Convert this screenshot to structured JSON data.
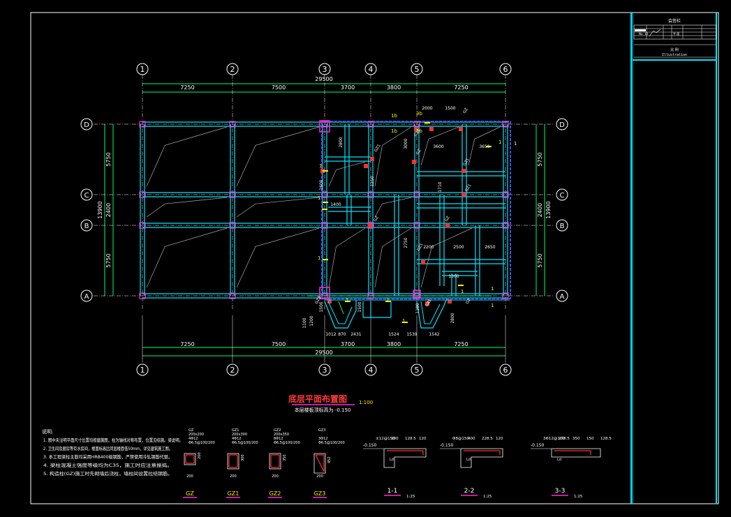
{
  "axes": {
    "numbers": [
      "1",
      "2",
      "3",
      "4",
      "5",
      "6"
    ],
    "letters": [
      "D",
      "C",
      "B",
      "A"
    ]
  },
  "dimensions": {
    "top_total": "29500",
    "top_spans": [
      "7250",
      "7500",
      "3700",
      "3800",
      "7250"
    ],
    "bottom_total": "29500",
    "bottom_spans": [
      "7250",
      "7500",
      "3700",
      "3800",
      "7250"
    ],
    "left_spans": [
      "5750",
      "2400",
      "5750"
    ],
    "left_total": "13900",
    "right_spans": [
      "5750",
      "2400",
      "5750"
    ],
    "right_total": "13900",
    "inner": [
      "2000",
      "1500",
      "3600",
      "3650",
      "2800",
      "3000",
      "1710",
      "1400",
      "2750",
      "2200",
      "2500",
      "2650",
      "1300",
      "1500",
      "1500",
      "1200",
      "1100",
      "1012",
      "870",
      "2431",
      "1524",
      "1539",
      "1542",
      "2800",
      "1100",
      "1600",
      "1250"
    ],
    "markers": [
      "1b",
      "1b",
      "3b",
      "1b",
      "1",
      "1",
      "1",
      "1",
      "1",
      "1",
      "1",
      "1",
      "1",
      "1",
      "1",
      "1"
    ],
    "gz_labels": [
      "GZ",
      "GZ1",
      "GZ",
      "GZ1",
      "GZ1",
      "GZ1",
      "GZ",
      "GZ",
      "GZ3",
      "GZ",
      "GZ1",
      "GZ1"
    ]
  },
  "title_block": {
    "header": "会签栏",
    "cell_a": "Nu. 10",
    "cell_b": "平 面",
    "line1": "比 例",
    "line2": "Illustration"
  },
  "drawing": {
    "title": "底层平面布置图",
    "scale": "1:100",
    "subtitle": "本层楼板顶标高为 -0.150"
  },
  "notes": {
    "heading": "说明:",
    "items": [
      "1. 图中未注明平面尺寸位置均按建施图，柱为轴线对称布置，位置见结施。梁说明。",
      "2. 卫生间及厨房等有水房间，楼面标高比同层楼面低50mm，详见建筑施工图。",
      "3. 本工程梁柱主筋均采用HRB400级钢筋，严禁使用冷轧钢筋代替。",
      "4. 梁柱混凝土强度等级均为C35，施工时应注意振捣。",
      "5. 构造柱(GZ)施工时先砌墙后浇柱，墙柱间设置拉结钢筋。"
    ]
  },
  "column_sections": [
    {
      "name": "GZ",
      "text": [
        "GZ",
        "200x200",
        "4Φ12",
        "Φ6.5@100/200"
      ],
      "w": "200",
      "h": "200"
    },
    {
      "name": "GZ1",
      "text": [
        "GZ1",
        "200x300",
        "4Φ12",
        "Φ6.5@100/200"
      ],
      "w": "200",
      "h": "300"
    },
    {
      "name": "GZ2",
      "text": [
        "GZ2",
        "200x350",
        "8Φ12",
        "Φ6.5@100/200"
      ],
      "w": "200",
      "h": "350"
    },
    {
      "name": "GZ3",
      "text": [
        "GZ3",
        "",
        "3Φ12",
        "Φ6.5@100/200"
      ],
      "w": "200",
      "h": "452"
    }
  ],
  "slab_sections": [
    {
      "name": "1-1",
      "scale": "1:25",
      "top": "±12@150",
      "level": "-0.150",
      "dims": [
        "200",
        "128.5",
        "120"
      ],
      "mark": "Ld"
    },
    {
      "name": "2-2",
      "scale": "1:25",
      "top": "Φ8@150",
      "level": "-0.150",
      "dims": [
        "400",
        "228.5",
        "120"
      ],
      "mark": "Ld"
    },
    {
      "name": "3-3",
      "scale": "1:25",
      "top": "3Φ12@100",
      "level": "-0.150",
      "dims": [
        "278.5",
        "350",
        "150",
        "128.5"
      ],
      "mark": "Ld"
    }
  ]
}
